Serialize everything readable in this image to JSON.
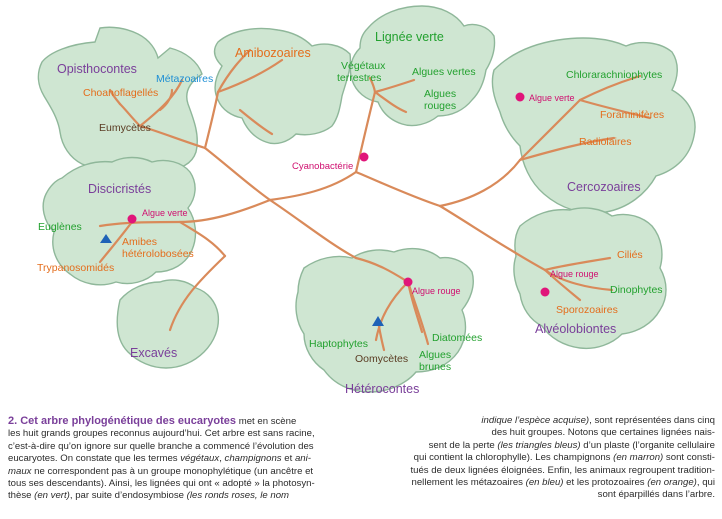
{
  "colors": {
    "leaf": "#cfe6d2",
    "branch": "#d98a5a",
    "photosynthesis_dot": "#e0157a",
    "plastid_loss_triangle": "#1f62b7",
    "green_label": "#23a12f",
    "orange_label": "#e46d1c",
    "brown_label": "#5a3b22",
    "blue_label": "#1c8ed4",
    "group_label": "#7a3f9a"
  },
  "groups": {
    "opisthocontes": "Opisthocontes",
    "amibozoaires": "Amibozoaires",
    "lignee_verte": "Lignée verte",
    "cercozoaires": "Cercozoaires",
    "discicristes": "Discicristés",
    "excaves": "Excavés",
    "heterocontes": "Hétérocontes",
    "alveolobiontes": "Alvéolobiontes"
  },
  "taxa": {
    "metazoaires": "Métazoaires",
    "choanoflagelles": "Choanoflagellés",
    "eumycetes": "Eumycètes",
    "vegetaux_terrestres_1": "Végétaux",
    "vegetaux_terrestres_2": "terrestres",
    "algues_vertes": "Algues vertes",
    "algues_rouges_1": "Algues",
    "algues_rouges_2": "rouges",
    "chlorarachniophytes": "Chlorarachniophytes",
    "foraminiferes": "Foraminifères",
    "radiolaires": "Radiolaires",
    "euglenes": "Euglènes",
    "amibes_1": "Amibes",
    "amibes_2": "hétérolobosées",
    "trypanosomides": "Trypanosomidés",
    "cilies": "Ciliés",
    "dinophytes": "Dinophytes",
    "sporozoaires": "Sporozoaires",
    "haptophytes": "Haptophytes",
    "oomycetes": "Oomycètes",
    "diatomees": "Diatomées",
    "algues_brunes_1": "Algues",
    "algues_brunes_2": "brunes"
  },
  "events": {
    "cyanobacterie": "Cyanobactérie",
    "algue_verte_cerco": "Algue verte",
    "algue_verte_disci": "Algue verte",
    "algue_rouge_hetero": "Algue rouge",
    "algue_rouge_alveo": "Algue rouge"
  },
  "caption": {
    "title": "2. Cet arbre phylogénétique des eucaryotes",
    "left": [
      [
        {
          "t": " met en scène"
        }
      ],
      [
        {
          "t": "les huit grands groupes reconnus aujourd’hui. Cet arbre est sans racine,"
        }
      ],
      [
        {
          "t": "c’est-à-dire qu’on ignore sur quelle branche a commencé l’évolution des"
        }
      ],
      [
        {
          "t": "eucaryotes. On constate que les termes "
        },
        {
          "t": "végétaux",
          "i": true
        },
        {
          "t": ", "
        },
        {
          "t": "champignons",
          "i": true
        },
        {
          "t": " et "
        },
        {
          "t": "ani-",
          "i": true
        }
      ],
      [
        {
          "t": "maux",
          "i": true
        },
        {
          "t": " ne correspondent pas à un groupe monophylétique (un ancêtre et"
        }
      ],
      [
        {
          "t": "tous ses descendants). Ainsi, les lignées qui ont « adopté » la photosyn-"
        }
      ],
      [
        {
          "t": "thèse "
        },
        {
          "t": "(en vert)",
          "i": true
        },
        {
          "t": ", par suite d’endosymbiose "
        },
        {
          "t": "(les ronds roses, le nom",
          "i": true
        }
      ]
    ],
    "right": [
      [
        {
          "t": "indique l’espèce acquise)",
          "i": true
        },
        {
          "t": ", sont représentées dans cinq"
        }
      ],
      [
        {
          "t": "des huit groupes. Notons que certaines lignées nais-"
        }
      ],
      [
        {
          "t": "sent de la perte "
        },
        {
          "t": "(les triangles bleus)",
          "i": true
        },
        {
          "t": " d’un plaste (l’organite cellulaire"
        }
      ],
      [
        {
          "t": "qui contient la chlorophylle). Les champignons "
        },
        {
          "t": "(en marron)",
          "i": true
        },
        {
          "t": " sont consti-"
        }
      ],
      [
        {
          "t": "tués de deux lignées éloignées. Enfin, les animaux regroupent tradition-"
        }
      ],
      [
        {
          "t": "nellement les métazoaires "
        },
        {
          "t": "(en bleu)",
          "i": true
        },
        {
          "t": " et les protozoaires "
        },
        {
          "t": "(en orange)",
          "i": true
        },
        {
          "t": ", qui"
        }
      ],
      [
        {
          "t": "sont éparpillés dans l’arbre."
        }
      ]
    ]
  }
}
